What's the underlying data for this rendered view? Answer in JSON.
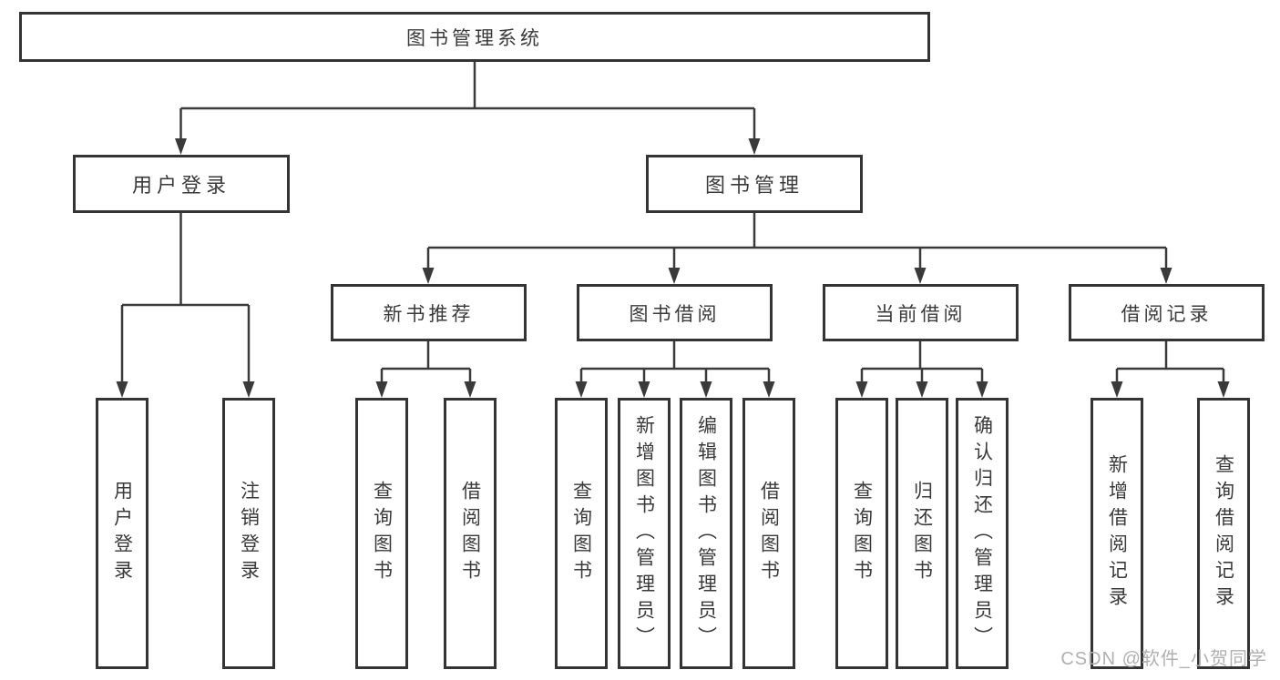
{
  "nodes": {
    "root": "图书管理系统",
    "level2": [
      {
        "label": "用户登录"
      },
      {
        "label": "图书管理"
      }
    ],
    "level3": [
      {
        "label": "新书推荐"
      },
      {
        "label": "图书借阅"
      },
      {
        "label": "当前借阅"
      },
      {
        "label": "借阅记录"
      }
    ]
  },
  "leaves": [
    {
      "parent": "用户登录",
      "items": [
        "用户登录",
        "注销登录"
      ]
    },
    {
      "parent": "新书推荐",
      "items": [
        "查询图书",
        "借阅图书"
      ]
    },
    {
      "parent": "图书借阅",
      "items": [
        "查询图书",
        "新增图书（管理员）",
        "编辑图书（管理员）",
        "借阅图书"
      ]
    },
    {
      "parent": "当前借阅",
      "items": [
        "查询图书",
        "归还图书",
        "确认归还（管理员）"
      ]
    },
    {
      "parent": "借阅记录",
      "items": [
        "新增借阅记录",
        "查询借阅记录"
      ]
    }
  ],
  "watermark": "CSDN @软件_小贺同学",
  "colors": {
    "line": "#3a3a3a",
    "border": "#343434",
    "text": "#3a3a3a",
    "watermark": "#b0b0b0",
    "background": "#ffffff"
  }
}
